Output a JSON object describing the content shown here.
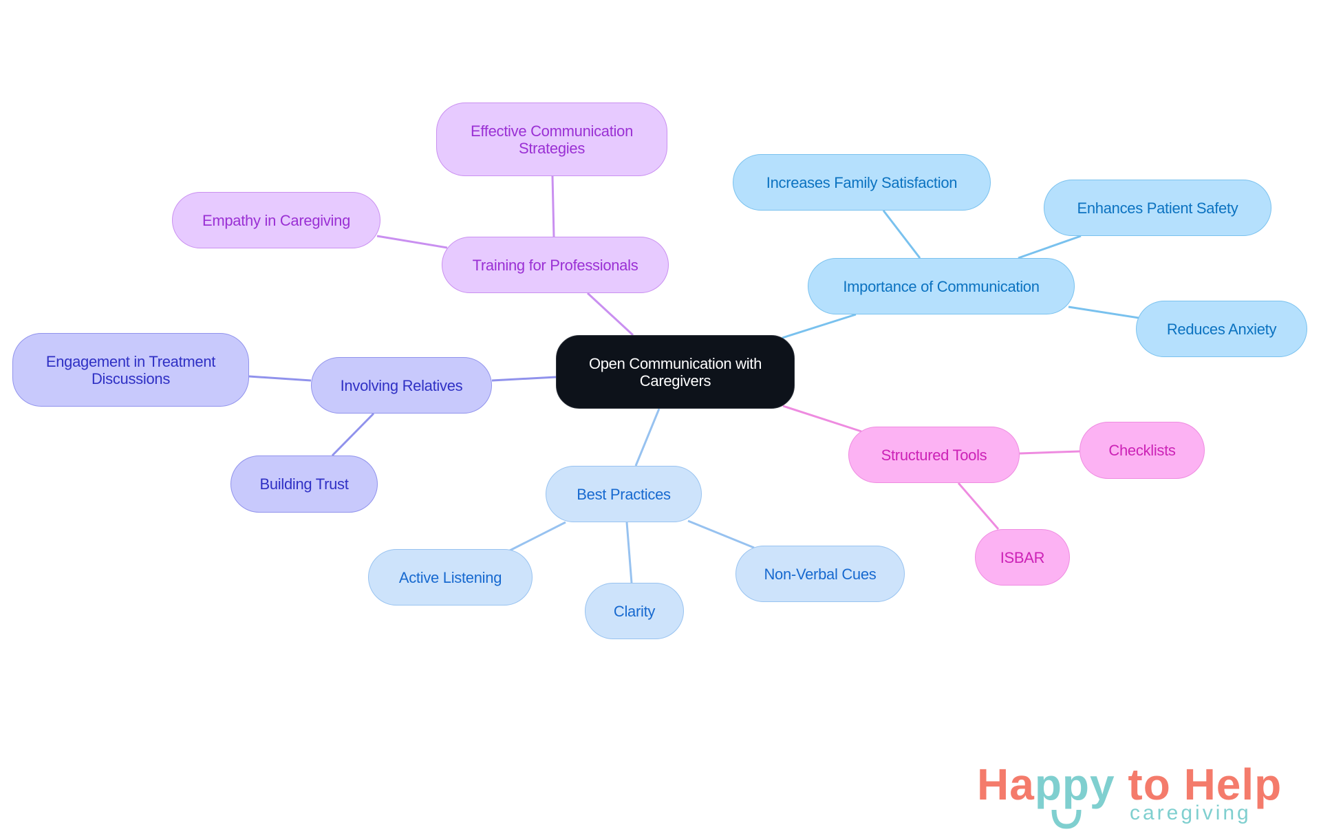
{
  "diagram": {
    "type": "mindmap",
    "root": {
      "id": "root",
      "label": "Open Communication with\nCaregivers"
    },
    "branches": [
      {
        "id": "training",
        "label": "Training for Professionals",
        "color": "purple",
        "children": [
          {
            "id": "effective",
            "label": "Effective Communication\nStrategies"
          },
          {
            "id": "empathy",
            "label": "Empathy in Caregiving"
          }
        ]
      },
      {
        "id": "relatives",
        "label": "Involving Relatives",
        "color": "indigo",
        "children": [
          {
            "id": "engagement",
            "label": "Engagement in Treatment\nDiscussions"
          },
          {
            "id": "trust",
            "label": "Building Trust"
          }
        ]
      },
      {
        "id": "best",
        "label": "Best Practices",
        "color": "lightblue",
        "children": [
          {
            "id": "listening",
            "label": "Active Listening"
          },
          {
            "id": "clarity",
            "label": "Clarity"
          },
          {
            "id": "nonverbal",
            "label": "Non-Verbal Cues"
          }
        ]
      },
      {
        "id": "tools",
        "label": "Structured Tools",
        "color": "pink",
        "children": [
          {
            "id": "checklists",
            "label": "Checklists"
          },
          {
            "id": "isbar",
            "label": "ISBAR"
          }
        ]
      },
      {
        "id": "importance",
        "label": "Importance of Communication",
        "color": "sky",
        "children": [
          {
            "id": "family",
            "label": "Increases Family Satisfaction"
          },
          {
            "id": "safety",
            "label": "Enhances Patient Safety"
          },
          {
            "id": "anxiety",
            "label": "Reduces Anxiety"
          }
        ]
      }
    ]
  },
  "nodes": {
    "root": "Open Communication with\nCaregivers",
    "training": "Training for Professionals",
    "effective": "Effective Communication\nStrategies",
    "empathy": "Empathy in Caregiving",
    "relatives": "Involving Relatives",
    "engagement": "Engagement in Treatment\nDiscussions",
    "trust": "Building Trust",
    "best": "Best Practices",
    "listening": "Active Listening",
    "clarity": "Clarity",
    "nonverbal": "Non-Verbal Cues",
    "tools": "Structured Tools",
    "checklists": "Checklists",
    "isbar": "ISBAR",
    "importance": "Importance of Communication",
    "family": "Increases Family Satisfaction",
    "safety": "Enhances Patient Safety",
    "anxiety": "Reduces Anxiety"
  },
  "colors": {
    "root_bg": "#0d121a",
    "purple_edge": "#c98ff0",
    "indigo_edge": "#9092ec",
    "lightblue_edge": "#97c2f0",
    "pink_edge": "#ee8be0",
    "sky_edge": "#79c1ee",
    "logo_coral": "#f47b6b",
    "logo_teal": "#7fcfcf"
  },
  "logo": {
    "part1": "Ha",
    "part2": "ppy",
    "part3": " to Help",
    "subtitle": "caregiving"
  }
}
